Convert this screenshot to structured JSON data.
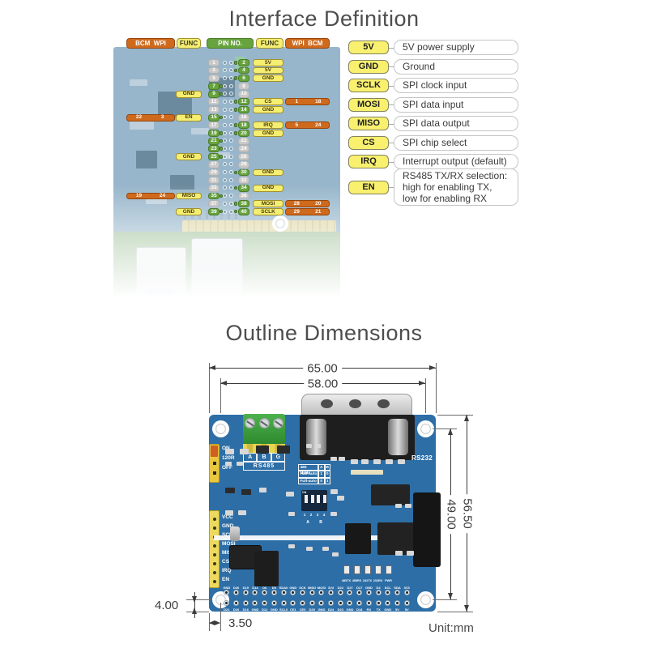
{
  "interface": {
    "title": "Interface Definition",
    "headers": {
      "left_bcm_wpi": "BCM  WPI",
      "left_func": "FUNC",
      "pin_no": "PIN NO.",
      "right_func": "FUNC",
      "right_wpi_bcm": "WPI  BCM"
    },
    "rows": [
      {
        "l": {
          "pin": "1",
          "active": false
        },
        "r": {
          "pin": "2",
          "active": true,
          "func": "5V"
        }
      },
      {
        "l": {
          "pin": "3",
          "active": false
        },
        "r": {
          "pin": "4",
          "active": true,
          "func": "5V"
        }
      },
      {
        "l": {
          "pin": "5",
          "active": false
        },
        "r": {
          "pin": "6",
          "active": true,
          "func": "GND"
        }
      },
      {
        "l": {
          "pin": "7",
          "active": true
        },
        "r": {
          "pin": "8",
          "active": false
        }
      },
      {
        "l": {
          "pin": "9",
          "active": true,
          "func": "GND"
        },
        "r": {
          "pin": "10",
          "active": false
        }
      },
      {
        "l": {
          "pin": "11",
          "active": false
        },
        "r": {
          "pin": "12",
          "active": true,
          "func": "CS",
          "wpi": "1",
          "bcm": "18"
        }
      },
      {
        "l": {
          "pin": "13",
          "active": false
        },
        "r": {
          "pin": "14",
          "active": true,
          "func": "GND"
        }
      },
      {
        "l": {
          "pin": "15",
          "active": true,
          "func": "EN",
          "bcm": "22",
          "wpi": "3"
        },
        "r": {
          "pin": "16",
          "active": false
        }
      },
      {
        "l": {
          "pin": "17",
          "active": false
        },
        "r": {
          "pin": "18",
          "active": true,
          "func": "IRQ",
          "wpi": "5",
          "bcm": "24"
        }
      },
      {
        "l": {
          "pin": "19",
          "active": true
        },
        "r": {
          "pin": "20",
          "active": true,
          "func": "GND"
        }
      },
      {
        "l": {
          "pin": "21",
          "active": true
        },
        "r": {
          "pin": "22",
          "active": false
        }
      },
      {
        "l": {
          "pin": "23",
          "active": true
        },
        "r": {
          "pin": "24",
          "active": false
        }
      },
      {
        "l": {
          "pin": "25",
          "active": true,
          "func": "GND"
        },
        "r": {
          "pin": "26",
          "active": false
        }
      },
      {
        "l": {
          "pin": "27",
          "active": false
        },
        "r": {
          "pin": "28",
          "active": false
        }
      },
      {
        "l": {
          "pin": "29",
          "active": false
        },
        "r": {
          "pin": "30",
          "active": true,
          "func": "GND"
        }
      },
      {
        "l": {
          "pin": "31",
          "active": false
        },
        "r": {
          "pin": "32",
          "active": false
        }
      },
      {
        "l": {
          "pin": "33",
          "active": false
        },
        "r": {
          "pin": "34",
          "active": true,
          "func": "GND"
        }
      },
      {
        "l": {
          "pin": "35",
          "active": true,
          "func": "MISO",
          "bcm": "19",
          "wpi": "24"
        },
        "r": {
          "pin": "36",
          "active": false
        }
      },
      {
        "l": {
          "pin": "37",
          "active": false
        },
        "r": {
          "pin": "38",
          "active": true,
          "func": "MOSI",
          "wpi": "28",
          "bcm": "20"
        }
      },
      {
        "l": {
          "pin": "39",
          "active": true,
          "func": "GND"
        },
        "r": {
          "pin": "40",
          "active": true,
          "func": "SCLK",
          "wpi": "29",
          "bcm": "21"
        }
      }
    ],
    "legend": [
      {
        "key": "5V",
        "desc": "5V power supply"
      },
      {
        "key": "GND",
        "desc": "Ground"
      },
      {
        "key": "SCLK",
        "desc": "SPI clock input"
      },
      {
        "key": "MOSI",
        "desc": "SPI data input"
      },
      {
        "key": "MISO",
        "desc": "SPI data output"
      },
      {
        "key": "CS",
        "desc": "SPI chip select"
      },
      {
        "key": "IRQ",
        "desc": "Interrupt output (default)"
      },
      {
        "key": "EN",
        "desc": "RS485 TX/RX selection:\nhigh for enabling TX,\nlow for enabling RX"
      }
    ]
  },
  "outline": {
    "title": "Outline Dimensions",
    "unit": "Unit:mm",
    "dims": {
      "width_outer": "65.00",
      "width_inner": "58.00",
      "height_outer": "56.50",
      "height_inner": "49.00",
      "hole_offset_bottom": "4.00",
      "hole_offset_left": "3.50"
    },
    "board": {
      "rs485": "RS485",
      "rs232": "RS232",
      "terminal_pins": [
        "A",
        "B",
        "G"
      ],
      "jumper": [
        "ON",
        "120R",
        "OFF"
      ],
      "mode_table": [
        [
          "485 Mode",
          "A",
          "B"
        ],
        [
          "Half-auto",
          "1",
          "0"
        ],
        [
          "Full-auto",
          "0",
          "1"
        ]
      ],
      "spi_header": [
        "VCC",
        "GND",
        "SCLK",
        "MOSI",
        "MISO",
        "CS",
        "IRQ",
        "EN"
      ],
      "leds": [
        "485TX",
        "485RX",
        "232TX",
        "232RX",
        "PWR"
      ],
      "dip": {
        "on": "ON",
        "numbers": [
          "1",
          "2",
          "3",
          "4"
        ],
        "groups": [
          "A",
          "B"
        ]
      },
      "gpio_top": [
        "GND",
        "D26",
        "D19",
        "D13",
        "D6",
        "D5",
        "SDA0",
        "GND",
        "SCK",
        "MISO",
        "MOSI",
        "3V3",
        "D22",
        "D27",
        "D17",
        "GND",
        "D4",
        "SCL",
        "SDA",
        "3V3"
      ],
      "gpio_bottom": [
        "D21",
        "D20",
        "D16",
        "GND",
        "D12",
        "GND",
        "SCL0",
        "CE1",
        "CE0",
        "D25",
        "GND",
        "D24",
        "D23",
        "GND",
        "D18",
        "RX",
        "TX",
        "GND",
        "5V",
        "5V"
      ]
    }
  },
  "colors": {
    "orange": "#cf6a1d",
    "yellow": "#f5ee71",
    "green": "#68a43e",
    "gray_pin": "#c9c9c9",
    "legend_yellow": "#f8f06e",
    "board_blue": "#2d6ea6"
  }
}
